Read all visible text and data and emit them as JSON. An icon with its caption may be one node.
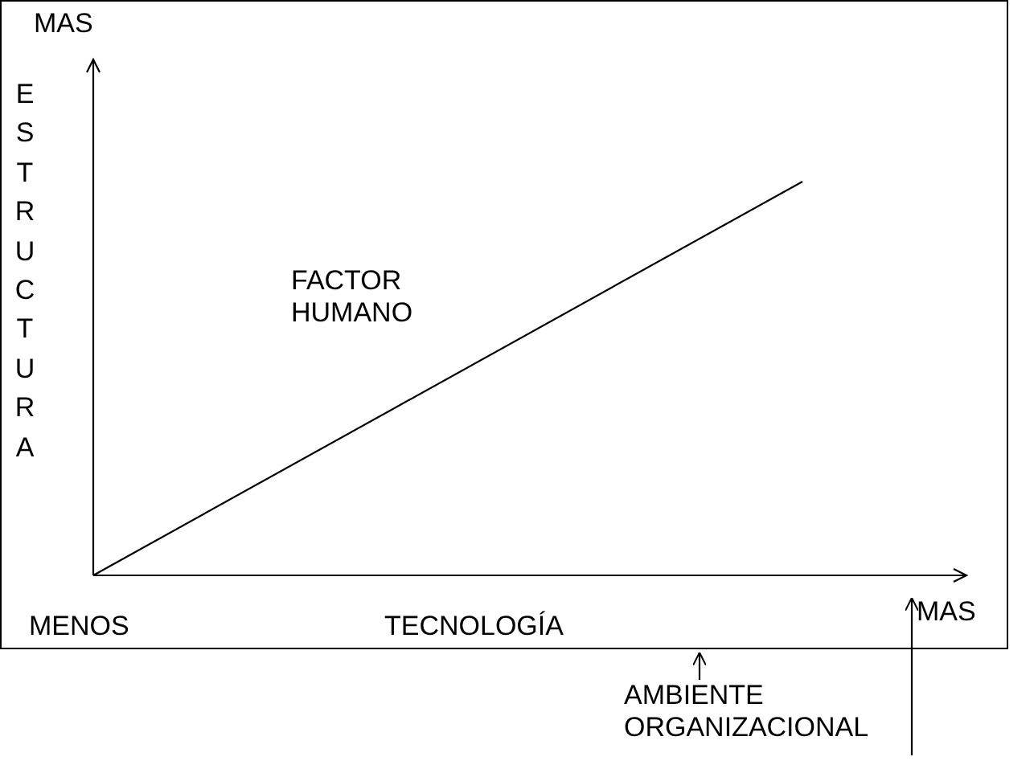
{
  "diagram": {
    "nodes": [
      {
        "text": [],
        "shape": "box"
      },
      {
        "text": [
          "AMBIENTE ORGANIZACIONAL"
        ]
      }
    ],
    "edges": [
      {
        "from": 1,
        "to": 0,
        "arrow": "to"
      },
      {
        "from": 1,
        "to": 0,
        "arrow": "to"
      }
    ],
    "labels": [
      "MAS",
      "ESTRUCTURA",
      "FACTOR HUMANO",
      "MENOS",
      "TECNOLOGÍA",
      "MAS"
    ]
  }
}
